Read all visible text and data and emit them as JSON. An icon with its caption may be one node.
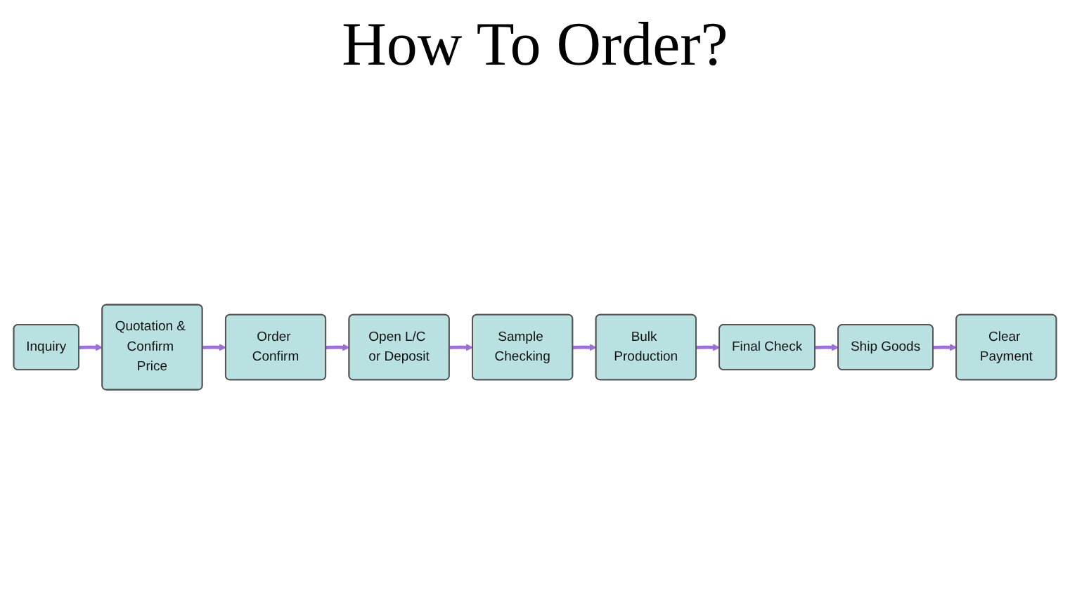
{
  "diagram": {
    "title": "How To Order?",
    "nodes": [
      {
        "text": [
          "Inquiry"
        ]
      },
      {
        "text": [
          "Quotation & Confirm Price"
        ]
      },
      {
        "text": [
          "Order Confirm"
        ]
      },
      {
        "text": [
          "Bulk Production"
        ]
      },
      {
        "text": [
          "Sample Checking"
        ]
      },
      {
        "text": [
          "Open L/C or Deposit"
        ]
      },
      {
        "text": [
          "Final Check"
        ]
      },
      {
        "text": [
          "Ship Goods"
        ]
      },
      {
        "text": [
          "Clear Payment"
        ]
      }
    ],
    "edges": [
      {
        "from": 0,
        "to": 1,
        "arrow": "to"
      },
      {
        "from": 1,
        "to": 2,
        "arrow": "to"
      },
      {
        "from": 2,
        "to": 5,
        "arrow": "to"
      },
      {
        "from": 5,
        "to": 4,
        "arrow": "to"
      },
      {
        "from": 4,
        "to": 3,
        "arrow": "to"
      },
      {
        "from": 3,
        "to": 6,
        "arrow": "to"
      },
      {
        "from": 6,
        "to": 7,
        "arrow": "to"
      },
      {
        "from": 7,
        "to": 8,
        "arrow": "to"
      }
    ]
  }
}
